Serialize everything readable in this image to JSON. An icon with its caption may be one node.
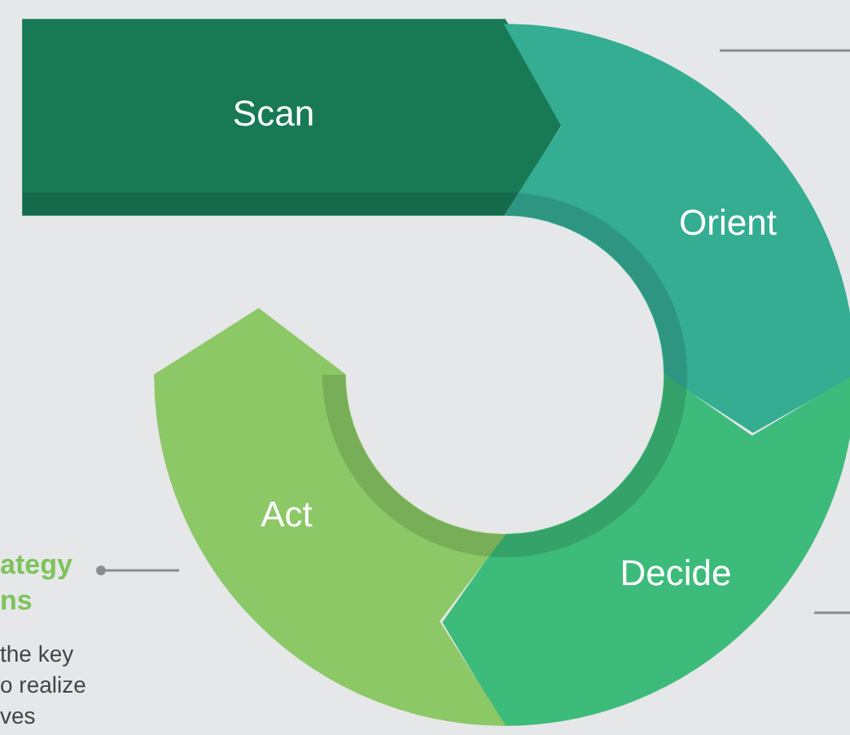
{
  "diagram": {
    "nodes": [
      {
        "text": [
          "Scan"
        ]
      },
      {
        "text": [
          "Orient"
        ]
      },
      {
        "text": [
          "Decide"
        ]
      },
      {
        "text": [
          "Act"
        ]
      },
      {
        "text": [
          "ategy ns",
          "the key o realize ves"
        ]
      }
    ],
    "edges": [
      {
        "from": 4,
        "to": 3,
        "arrow": "other"
      }
    ]
  }
}
